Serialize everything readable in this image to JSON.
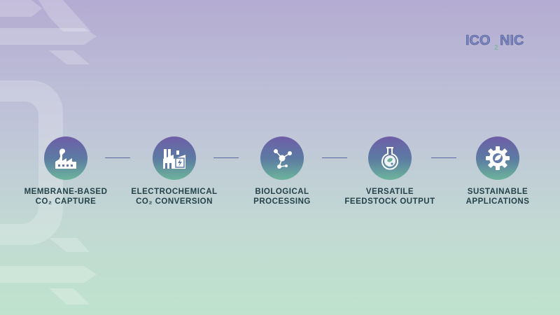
{
  "brand": {
    "logo_text": "ICO2NIC"
  },
  "colors": {
    "circle_top": "#6f5ea7",
    "circle_bottom": "#6cb59a",
    "label": "#24424a",
    "connector": "#5a6aa0"
  },
  "steps": [
    {
      "line1": "MEMBRANE-BASED",
      "line2": "CO₂ CAPTURE",
      "icon": "factory-icon"
    },
    {
      "line1": "ELECTROCHEMICAL",
      "line2": "CO₂ CONVERSION",
      "icon": "power-plant-icon"
    },
    {
      "line1": "BIOLOGICAL",
      "line2": "PROCESSING",
      "icon": "molecule-icon"
    },
    {
      "line1": "VERSATILE",
      "line2": "FEEDSTOCK OUTPUT",
      "icon": "flask-icon"
    },
    {
      "line1": "SUSTAINABLE",
      "line2": "APPLICATIONS",
      "icon": "gear-leaf-icon"
    }
  ]
}
